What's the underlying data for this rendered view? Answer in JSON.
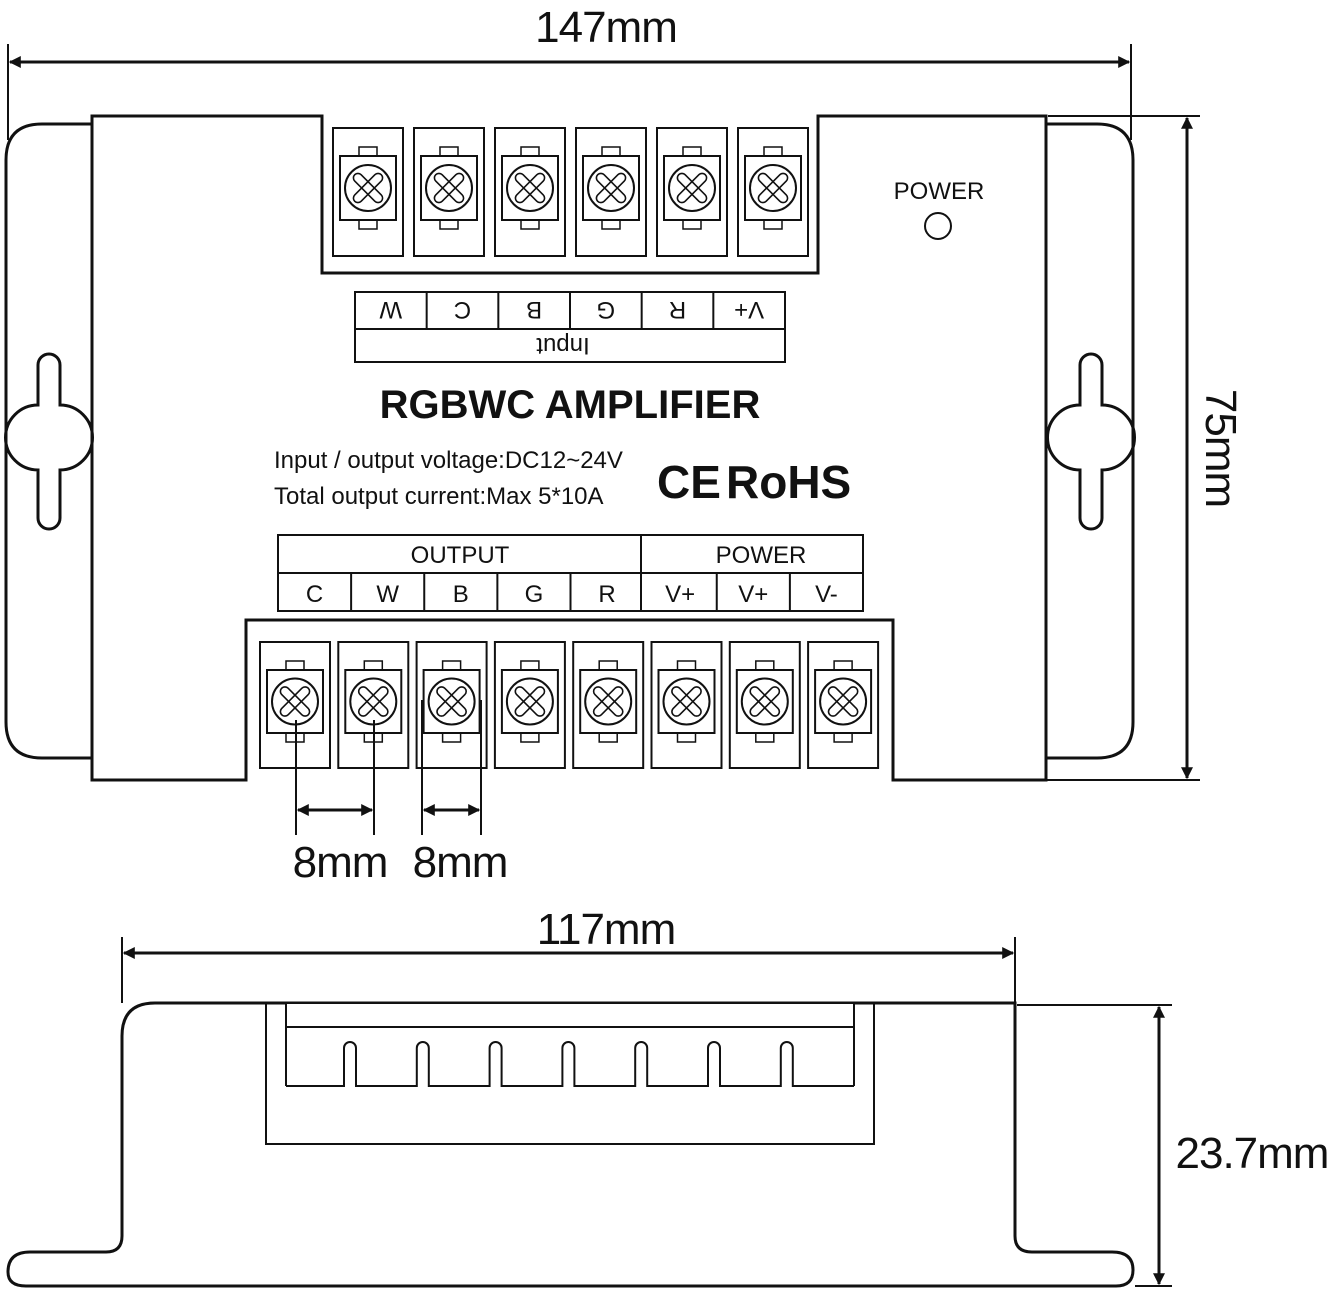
{
  "dimensions": {
    "width_top": "147mm",
    "height_side": "75mm",
    "pitch_1": "8mm",
    "pitch_2": "8mm",
    "width_bottom": "117mm",
    "height_bottom": "23.7mm"
  },
  "power_led_label": "POWER",
  "input_block": {
    "caption": "Input",
    "terminals": [
      "W",
      "C",
      "B",
      "G",
      "R",
      "V+"
    ]
  },
  "device": {
    "title": "RGBWC AMPLIFIER",
    "spec_voltage": "Input / output voltage:DC12~24V",
    "spec_current": "Total output current:Max 5*10A",
    "certifications": {
      "ce": "CE",
      "rohs": "RoHS"
    }
  },
  "output_block": {
    "output_header": "OUTPUT",
    "power_header": "POWER",
    "output_terminals": [
      "C",
      "W",
      "B",
      "G",
      "R"
    ],
    "power_terminals": [
      "V+",
      "V+",
      "V-"
    ]
  }
}
